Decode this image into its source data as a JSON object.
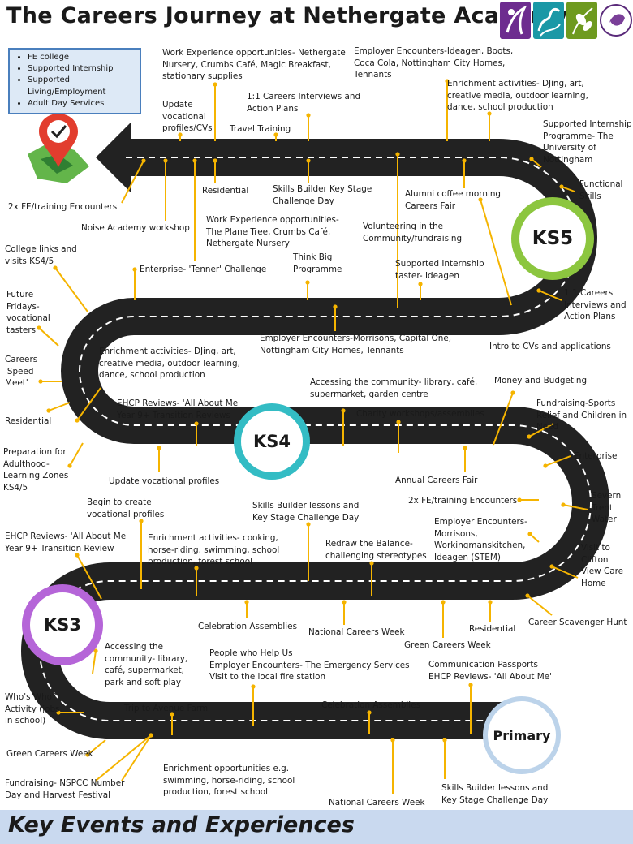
{
  "title": "The Careers Journey at Nethergate Academy",
  "footer": "Key Events and Experiences",
  "legend": [
    "FE college",
    "Supported Internship",
    "Supported Living/Employment",
    "Adult Day Services"
  ],
  "stages": {
    "ks5": "KS5",
    "ks4": "KS4",
    "ks3": "KS3",
    "primary": "Primary"
  },
  "colors": {
    "road": "#222222",
    "marker": "#f5b400",
    "ks5": "#8cc63f",
    "ks4": "#33bcc4",
    "ks3": "#b565d8",
    "primary": "#bcd3ea"
  },
  "labels": [
    {
      "id": "work-exp-nethergate",
      "lines": [
        "Work Experience opportunities- Nethergate",
        "Nursery, Crumbs Café, Magic Breakfast,",
        "stationary supplies"
      ]
    },
    {
      "id": "employer-ideagen-boots",
      "lines": [
        "Employer Encounters-Ideagen, Boots,",
        "Coca Cola, Nottingham City Homes,",
        "Tennants"
      ]
    },
    {
      "id": "update-vocational-ks5",
      "lines": [
        "Update",
        "vocational",
        "profiles/CVs"
      ]
    },
    {
      "id": "careers-interviews-ks5-top",
      "lines": [
        "1:1 Careers Interviews and",
        "Action Plans"
      ]
    },
    {
      "id": "enrichment-ks5",
      "lines": [
        "Enrichment activities- DJing, art,",
        "creative media, outdoor learning,",
        "dance, school production"
      ]
    },
    {
      "id": "travel-training",
      "lines": [
        "Travel Training"
      ]
    },
    {
      "id": "supported-internship-uon",
      "lines": [
        "Supported Internship",
        "Programme- The",
        "University of",
        "Nottingham"
      ]
    },
    {
      "id": "functional-skills",
      "lines": [
        "Functional",
        "Skills"
      ]
    },
    {
      "id": "fe-encounters-ks5",
      "lines": [
        "2x FE/training Encounters"
      ]
    },
    {
      "id": "residential-ks5",
      "lines": [
        "Residential"
      ]
    },
    {
      "id": "skills-builder-ks5",
      "lines": [
        "Skills Builder Key Stage",
        "Challenge Day"
      ]
    },
    {
      "id": "alumni-coffee",
      "lines": [
        "Alumni coffee morning",
        "Careers Fair"
      ]
    },
    {
      "id": "noise-academy",
      "lines": [
        "Noise Academy workshop"
      ]
    },
    {
      "id": "work-exp-plane-tree",
      "lines": [
        "Work Experience opportunities-",
        "The Plane Tree, Crumbs Café,",
        "Nethergate Nursery"
      ]
    },
    {
      "id": "volunteering",
      "lines": [
        "Volunteering in the",
        "Community/fundraising"
      ]
    },
    {
      "id": "college-links",
      "lines": [
        "College links and",
        "visits KS4/5"
      ]
    },
    {
      "id": "think-big",
      "lines": [
        "Think Big",
        "Programme"
      ]
    },
    {
      "id": "enterprise-tenner",
      "lines": [
        "Enterprise- 'Tenner' Challenge"
      ]
    },
    {
      "id": "supported-internship-taster",
      "lines": [
        "Supported Internship",
        "taster- Ideagen"
      ]
    },
    {
      "id": "future-fridays",
      "lines": [
        "Future",
        "Fridays-",
        "vocational",
        "tasters"
      ]
    },
    {
      "id": "careers-interviews-ks5-right",
      "lines": [
        "1:1 Careers",
        "Interviews and",
        "Action Plans"
      ]
    },
    {
      "id": "employer-morrisons-ks4",
      "lines": [
        "Employer Encounters-Morrisons, Capital One,",
        "Nottingham City Homes, Tennants"
      ]
    },
    {
      "id": "intro-cvs",
      "lines": [
        "Intro to CVs and applications"
      ]
    },
    {
      "id": "careers-speed-meet",
      "lines": [
        "Careers",
        "'Speed",
        "Meet'"
      ]
    },
    {
      "id": "enrichment-ks4",
      "lines": [
        "Enrichment activities- DJing, art,",
        "creative media, outdoor learning,",
        "dance, school production"
      ]
    },
    {
      "id": "accessing-community-ks4",
      "lines": [
        "Accessing the community- library, café,",
        "supermarket, garden centre"
      ]
    },
    {
      "id": "money-budgeting",
      "lines": [
        "Money and Budgeting"
      ]
    },
    {
      "id": "fundraising-sports-relief",
      "lines": [
        "Fundraising-Sports",
        "Relief and Children in",
        "Need"
      ]
    },
    {
      "id": "ehcp-ks4",
      "lines": [
        "EHCP Reviews- 'All About Me'",
        "Year 9+ Transition Reviews"
      ]
    },
    {
      "id": "charity-workshops",
      "lines": [
        "Charity workshops/assemblies"
      ]
    },
    {
      "id": "residential-ks4",
      "lines": [
        "Residential"
      ]
    },
    {
      "id": "preparation-adulthood",
      "lines": [
        "Preparation for",
        "Adulthood-",
        "Learning Zones",
        "KS4/5"
      ]
    },
    {
      "id": "enterprise-ks4",
      "lines": [
        "Enterprise"
      ]
    },
    {
      "id": "update-vocational-ks4",
      "lines": [
        "Update vocational profiles"
      ]
    },
    {
      "id": "annual-careers-fair",
      "lines": [
        "Annual Careers Fair"
      ]
    },
    {
      "id": "severn-trent",
      "lines": [
        "Severn",
        "Trent",
        "Water"
      ]
    },
    {
      "id": "begin-vocational",
      "lines": [
        "Begin to create",
        "vocational profiles"
      ]
    },
    {
      "id": "skills-builder-ks4",
      "lines": [
        "Skills Builder lessons and",
        "Key Stage Challenge Day"
      ]
    },
    {
      "id": "fe-encounters-ks4",
      "lines": [
        "2x FE/training Encounters"
      ]
    },
    {
      "id": "employer-morrisons-ks3",
      "lines": [
        "Employer Encounters-",
        "Morrisons,",
        "Workingmanskitchen,",
        "Ideagen (STEM)"
      ]
    },
    {
      "id": "ehcp-ks3",
      "lines": [
        "EHCP Reviews- 'All About Me'",
        "Year 9+ Transition Review"
      ]
    },
    {
      "id": "enrichment-ks3",
      "lines": [
        "Enrichment activities- cooking,",
        "horse-riding, swimming, school",
        "production, forest school"
      ]
    },
    {
      "id": "redraw-balance",
      "lines": [
        "Redraw the Balance-",
        "challenging stereotypes"
      ]
    },
    {
      "id": "visit-clifton",
      "lines": [
        "Visit to",
        "Clifton",
        "View Care",
        "Home"
      ]
    },
    {
      "id": "celebration-ks3",
      "lines": [
        "Celebration Assemblies"
      ]
    },
    {
      "id": "national-careers-ks3",
      "lines": [
        "National Careers Week"
      ]
    },
    {
      "id": "residential-ks3",
      "lines": [
        "Residential"
      ]
    },
    {
      "id": "career-scavenger",
      "lines": [
        "Career Scavenger Hunt"
      ]
    },
    {
      "id": "green-careers-ks3",
      "lines": [
        "Green Careers Week"
      ]
    },
    {
      "id": "accessing-community-primary",
      "lines": [
        "Accessing the",
        "community- library,",
        "café, supermarket,",
        "park and soft play"
      ]
    },
    {
      "id": "people-help-us",
      "lines": [
        "People who Help Us",
        "Employer Encounters- The Emergency Services",
        "Visit to the local fire station"
      ]
    },
    {
      "id": "communication-passports",
      "lines": [
        "Communication Passports",
        "EHCP Reviews- 'All About Me'"
      ]
    },
    {
      "id": "whos-who",
      "lines": [
        "Who's Who?",
        "Activity (jobs",
        "in school)"
      ]
    },
    {
      "id": "trip-avenue-farm",
      "lines": [
        "Trip to Avenue Farm"
      ]
    },
    {
      "id": "celebration-primary",
      "lines": [
        "Celebration Assemblies"
      ]
    },
    {
      "id": "green-careers-primary",
      "lines": [
        "Green Careers Week"
      ]
    },
    {
      "id": "enrichment-primary",
      "lines": [
        "Enrichment opportunities e.g.",
        "swimming, horse-riding, school",
        "production, forest school"
      ]
    },
    {
      "id": "fundraising-nspcc",
      "lines": [
        "Fundraising- NSPCC Number",
        "Day and Harvest Festival"
      ]
    },
    {
      "id": "national-careers-primary",
      "lines": [
        "National Careers Week"
      ]
    },
    {
      "id": "skills-builder-primary",
      "lines": [
        "Skills Builder lessons and",
        "Key Stage Challenge Day"
      ]
    }
  ]
}
